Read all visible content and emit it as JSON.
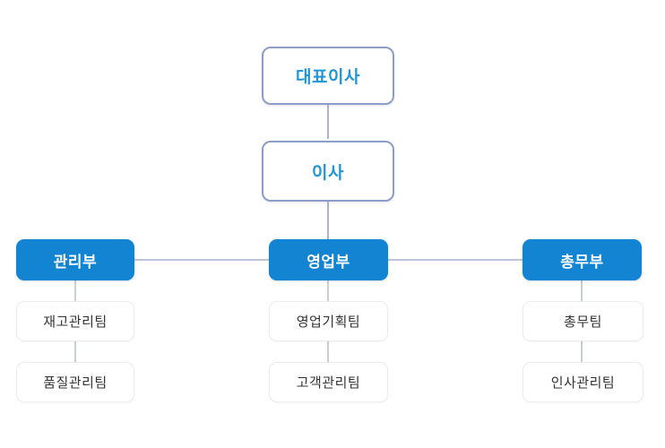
{
  "chart_data": {
    "type": "diagram",
    "diagram_type": "organization-chart",
    "title": "",
    "orientation": "top-down",
    "levels": 4,
    "background_color": "#ffffff",
    "colors": {
      "executive_border": "#8e9cc8",
      "executive_text": "#2196d4",
      "department_fill": "#1384d1",
      "department_text": "#ffffff",
      "team_border": "#ececec",
      "team_text": "#333333",
      "connector": "#aab6d0"
    },
    "nodes": [
      {
        "id": "ceo",
        "label": "대표이사",
        "level": 1,
        "style": "executive",
        "column": "center"
      },
      {
        "id": "director",
        "label": "이사",
        "level": 2,
        "style": "executive",
        "column": "center"
      },
      {
        "id": "dept_mgmt",
        "label": "관리부",
        "level": 3,
        "style": "department",
        "column": "left"
      },
      {
        "id": "dept_sales",
        "label": "영업부",
        "level": 3,
        "style": "department",
        "column": "center"
      },
      {
        "id": "dept_admin",
        "label": "총무부",
        "level": 3,
        "style": "department",
        "column": "right"
      },
      {
        "id": "team_inv",
        "label": "재고관리팀",
        "level": 4,
        "style": "team",
        "column": "left",
        "parent": "dept_mgmt"
      },
      {
        "id": "team_qa",
        "label": "품질관리팀",
        "level": 4,
        "style": "team",
        "column": "left",
        "parent": "dept_mgmt"
      },
      {
        "id": "team_plan",
        "label": "영업기획팀",
        "level": 4,
        "style": "team",
        "column": "center",
        "parent": "dept_sales"
      },
      {
        "id": "team_cust",
        "label": "고객관리팀",
        "level": 4,
        "style": "team",
        "column": "center",
        "parent": "dept_sales"
      },
      {
        "id": "team_admin",
        "label": "총무팀",
        "level": 4,
        "style": "team",
        "column": "right",
        "parent": "dept_admin"
      },
      {
        "id": "team_hr",
        "label": "인사관리팀",
        "level": 4,
        "style": "team",
        "column": "right",
        "parent": "dept_admin"
      }
    ],
    "edges": [
      {
        "from": "ceo",
        "to": "director"
      },
      {
        "from": "director",
        "to": "dept_sales"
      },
      {
        "from": "dept_sales",
        "to": "dept_mgmt"
      },
      {
        "from": "dept_sales",
        "to": "dept_admin"
      },
      {
        "from": "dept_mgmt",
        "to": "team_inv"
      },
      {
        "from": "team_inv",
        "to": "team_qa"
      },
      {
        "from": "dept_sales",
        "to": "team_plan"
      },
      {
        "from": "team_plan",
        "to": "team_cust"
      },
      {
        "from": "dept_admin",
        "to": "team_admin"
      },
      {
        "from": "team_admin",
        "to": "team_hr"
      }
    ]
  },
  "nodes": {
    "ceo": {
      "label": "대표이사"
    },
    "director": {
      "label": "이사"
    },
    "dept_mgmt": {
      "label": "관리부"
    },
    "dept_sales": {
      "label": "영업부"
    },
    "dept_admin": {
      "label": "총무부"
    },
    "team_inv": {
      "label": "재고관리팀"
    },
    "team_qa": {
      "label": "품질관리팀"
    },
    "team_plan": {
      "label": "영업기획팀"
    },
    "team_cust": {
      "label": "고객관리팀"
    },
    "team_admin": {
      "label": "총무팀"
    },
    "team_hr": {
      "label": "인사관리팀"
    }
  }
}
